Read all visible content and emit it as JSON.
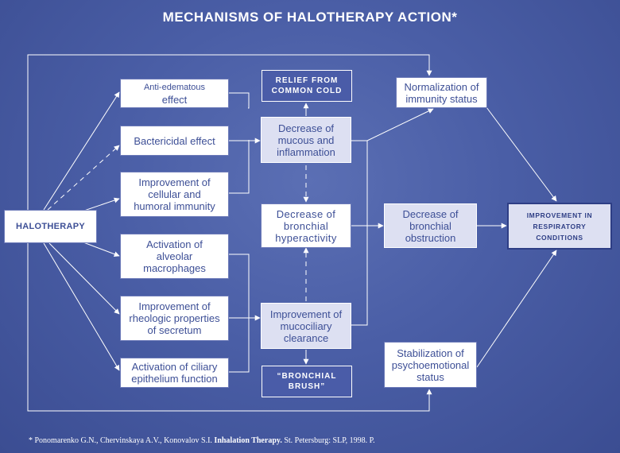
{
  "title": "MECHANISMS OF HALOTHERAPY ACTION*",
  "nodes": {
    "halotherapy": "HALOTHERAPY",
    "anti_edematous_line1": "Anti-edematous",
    "anti_edematous_line2": "effect",
    "bactericidal": "Bactericidal effect",
    "immunity_l1": "Improvement of",
    "immunity_l2": "cellular and",
    "immunity_l3": "humoral immunity",
    "alveolar_l1": "Activation of",
    "alveolar_l2": "alveolar",
    "alveolar_l3": "macrophages",
    "rheologic_l1": "Improvement of",
    "rheologic_l2": "rheologic properties",
    "rheologic_l3": "of secretum",
    "ciliary_l1": "Activation of ciliary",
    "ciliary_l2": "epithelium function",
    "relief_l1": "RELIEF FROM",
    "relief_l2": "COMMON COLD",
    "mucous_l1": "Decrease of",
    "mucous_l2": "mucous and",
    "mucous_l3": "inflammation",
    "hyper_l1": "Decrease  of",
    "hyper_l2": "bronchial",
    "hyper_l3": "hyperactivity",
    "mucociliary_l1": "Improvement of",
    "mucociliary_l2": "mucociliary",
    "mucociliary_l3": "clearance",
    "brush_l1": "“BRONCHIAL",
    "brush_l2": "BRUSH”",
    "normal_l1": "Normalization of",
    "normal_l2": "immunity status",
    "obstruction_l1": "Decrease of",
    "obstruction_l2": "bronchial",
    "obstruction_l3": "obstruction",
    "psycho_l1": "Stabilization of",
    "psycho_l2": "psychoemotional",
    "psycho_l3": "status",
    "improve_l1": "IMPROVEMENT IN",
    "improve_l2": "RESPIRATORY CONDITIONS"
  },
  "footnote": {
    "authors": "* Ponomarenko G.N., Chervinskaya A.V., Konovalov S.I.",
    "book": "Inhalation Therapy.",
    "rest": "St. Petersburg: SLP,  1998. P."
  }
}
